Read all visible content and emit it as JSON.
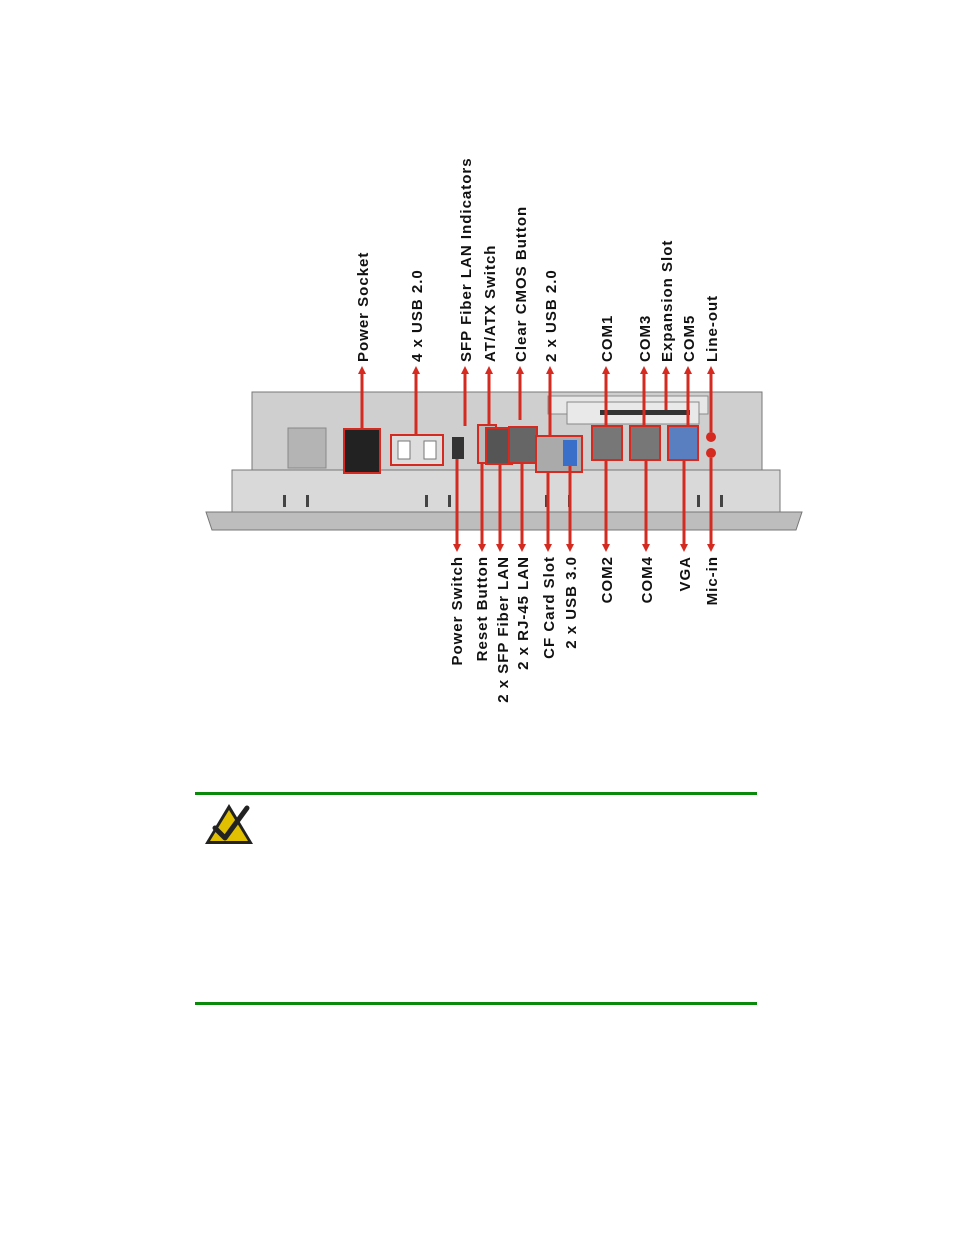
{
  "top_labels": [
    "Power Socket",
    "4 x USB 2.0",
    "SFP Fiber LAN Indicators",
    "AT/ATX Switch",
    "Clear CMOS Button",
    "2 x USB 2.0",
    "COM1",
    "COM3",
    "Expansion Slot",
    "COM5",
    "Line-out"
  ],
  "bottom_labels": [
    "Power Switch",
    "Reset Button",
    "2 x SFP Fiber LAN",
    "2 x RJ-45 LAN",
    "CF Card Slot",
    "2 x USB 3.0",
    "COM2",
    "COM4",
    "VGA",
    "Mic-in"
  ],
  "colors": {
    "callout": "#d42a20",
    "note_rule": "#0a8a0a",
    "icon_fill": "#e0c000",
    "icon_bg": "#222222",
    "panel": "#c8c8c8"
  },
  "note": {
    "icon": "check-icon"
  }
}
